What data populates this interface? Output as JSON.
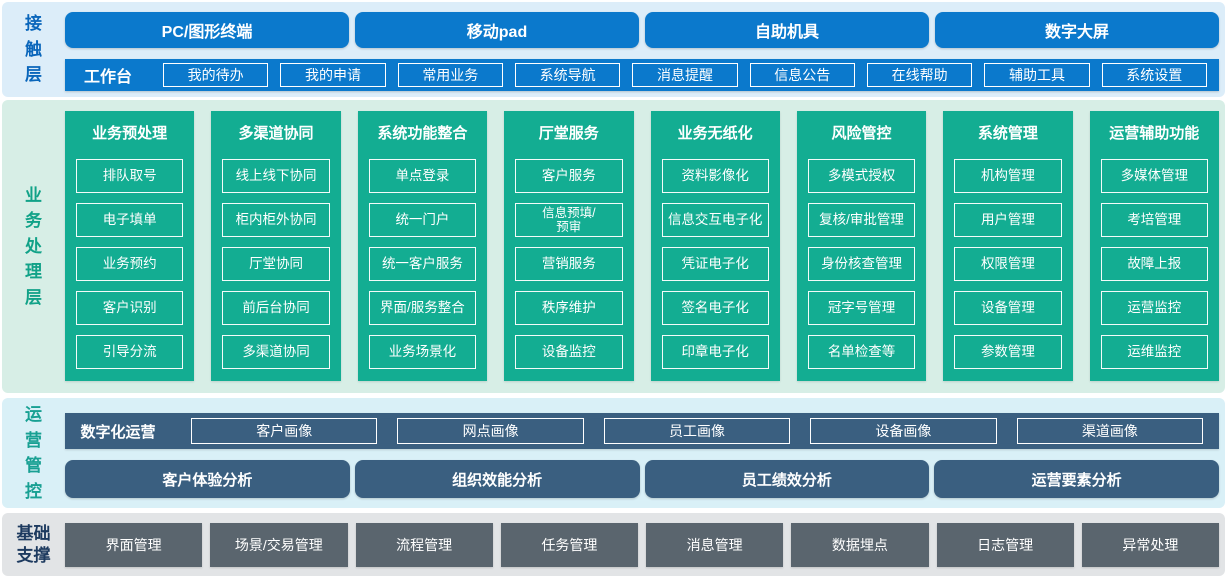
{
  "colors": {
    "contact_blue": "#0b79cc",
    "contact_label_text": "#0a66bb",
    "contact_bg": "#dcedf9",
    "business_green": "#13ad92",
    "business_label_text": "#11a288",
    "business_bg": "#d7eee6",
    "ops_slate": "#3a5f80",
    "ops_label_text": "#18a093",
    "ops_bg": "#d9f0f7",
    "foundation_gray": "#5a656e",
    "foundation_label_text": "#1d3a5f",
    "foundation_bg": "#e2e4e6"
  },
  "layers": {
    "contact": {
      "label": "接触层",
      "channels": [
        "PC/图形终端",
        "移动pad",
        "自助机具",
        "数字大屏"
      ],
      "workbench": {
        "label": "工作台",
        "items": [
          "我的待办",
          "我的申请",
          "常用业务",
          "系统导航",
          "消息提醒",
          "信息公告",
          "在线帮助",
          "辅助工具",
          "系统设置"
        ]
      }
    },
    "business": {
      "label": "业务处理层",
      "columns": [
        {
          "title": "业务预处理",
          "items": [
            "排队取号",
            "电子填单",
            "业务预约",
            "客户识别",
            "引导分流"
          ]
        },
        {
          "title": "多渠道协同",
          "items": [
            "线上线下协同",
            "柜内柜外协同",
            "厅堂协同",
            "前后台协同",
            "多渠道协同"
          ]
        },
        {
          "title": "系统功能整合",
          "items": [
            "单点登录",
            "统一门户",
            "统一客户服务",
            "界面/服务整合",
            "业务场景化"
          ]
        },
        {
          "title": "厅堂服务",
          "items": [
            "客户服务",
            "信息预填/\n预审",
            "营销服务",
            "秩序维护",
            "设备监控"
          ]
        },
        {
          "title": "业务无纸化",
          "items": [
            "资料影像化",
            "信息交互电子化",
            "凭证电子化",
            "签名电子化",
            "印章电子化"
          ]
        },
        {
          "title": "风险管控",
          "items": [
            "多模式授权",
            "复核/审批管理",
            "身份核查管理",
            "冠字号管理",
            "名单检查等"
          ]
        },
        {
          "title": "系统管理",
          "items": [
            "机构管理",
            "用户管理",
            "权限管理",
            "设备管理",
            "参数管理"
          ]
        },
        {
          "title": "运营辅助功能",
          "items": [
            "多媒体管理",
            "考培管理",
            "故障上报",
            "运营监控",
            "运维监控"
          ]
        }
      ]
    },
    "operations": {
      "label": "运营管控",
      "digital_ops": {
        "label": "数字化运营",
        "items": [
          "客户画像",
          "网点画像",
          "员工画像",
          "设备画像",
          "渠道画像"
        ]
      },
      "analysis": [
        "客户体验分析",
        "组织效能分析",
        "员工绩效分析",
        "运营要素分析"
      ]
    },
    "foundation": {
      "label": "基础支撑",
      "items": [
        "界面管理",
        "场景/交易管理",
        "流程管理",
        "任务管理",
        "消息管理",
        "数据埋点",
        "日志管理",
        "异常处理"
      ]
    }
  }
}
